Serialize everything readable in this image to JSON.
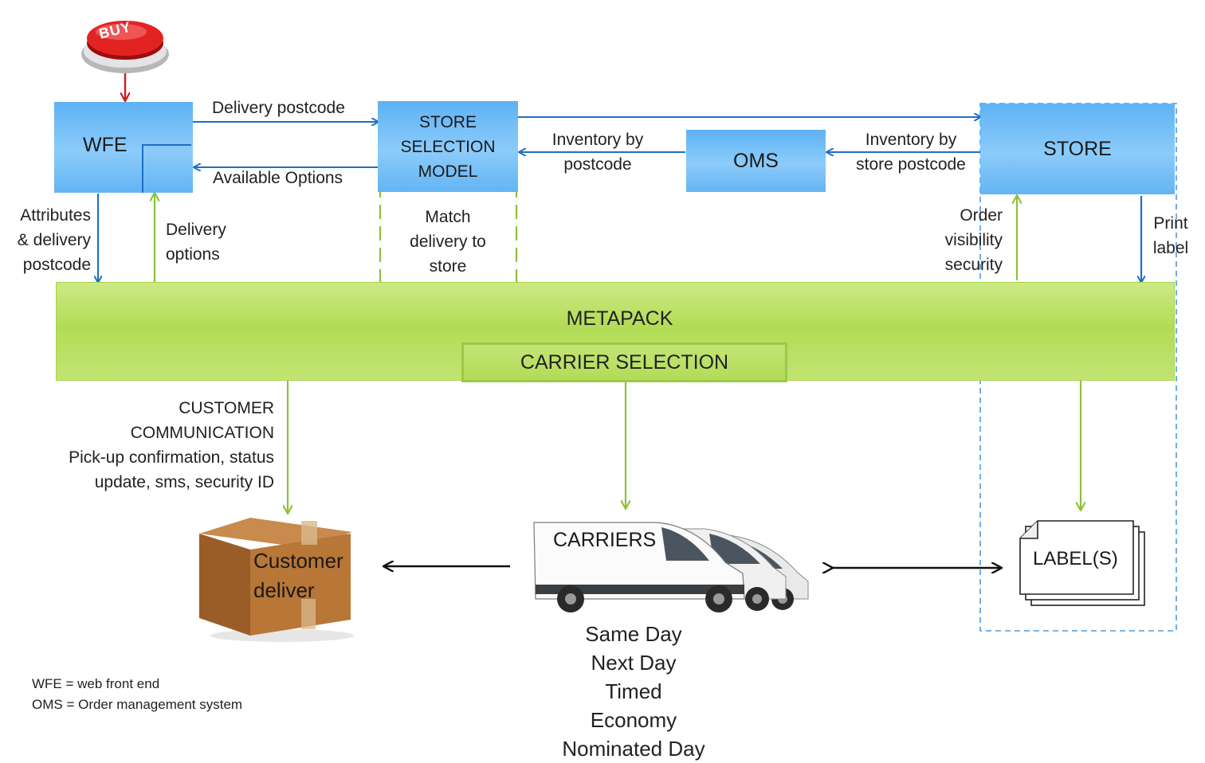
{
  "buy_button": {
    "label": "BUY"
  },
  "boxes": {
    "wfe": "WFE",
    "store_selection_model": [
      "STORE",
      "SELECTION",
      "MODEL"
    ],
    "oms": "OMS",
    "store": "STORE",
    "metapack": "METAPACK",
    "carrier_selection": "CARRIER SELECTION"
  },
  "flow_labels": {
    "delivery_postcode": "Delivery postcode",
    "available_options": "Available Options",
    "inventory_by_postcode": [
      "Inventory by",
      "postcode"
    ],
    "inventory_by_store_postcode": [
      "Inventory by",
      "store postcode"
    ],
    "attributes_delivery_postcode": [
      "Attributes",
      "& delivery",
      "postcode"
    ],
    "delivery_options": [
      "Delivery",
      "options"
    ],
    "match_delivery_to_store": [
      "Match",
      "delivery to",
      "store"
    ],
    "order_visibility_security": [
      "Order",
      "visibility",
      "security"
    ],
    "print_label": [
      "Print",
      "label"
    ],
    "customer_communication": [
      "CUSTOMER",
      "COMMUNICATION",
      "Pick-up confirmation, status",
      "update, sms, security ID"
    ]
  },
  "nodes": {
    "customer_deliver": [
      "Customer",
      "deliver"
    ],
    "carriers": "CARRIERS",
    "labels": "LABEL(S)"
  },
  "carrier_services": [
    "Same Day",
    "Next Day",
    "Timed",
    "Economy",
    "Nominated Day"
  ],
  "legend": [
    "WFE = web front end",
    "OMS = Order management  system"
  ],
  "colors": {
    "blue_box": "#6fbcf6",
    "green_band": "#b8df5a",
    "blue_arrow": "#1f6fc4",
    "green_arrow": "#8cc23a",
    "red_arrow": "#d21a1a",
    "dashed_border": "#4a9be0"
  }
}
